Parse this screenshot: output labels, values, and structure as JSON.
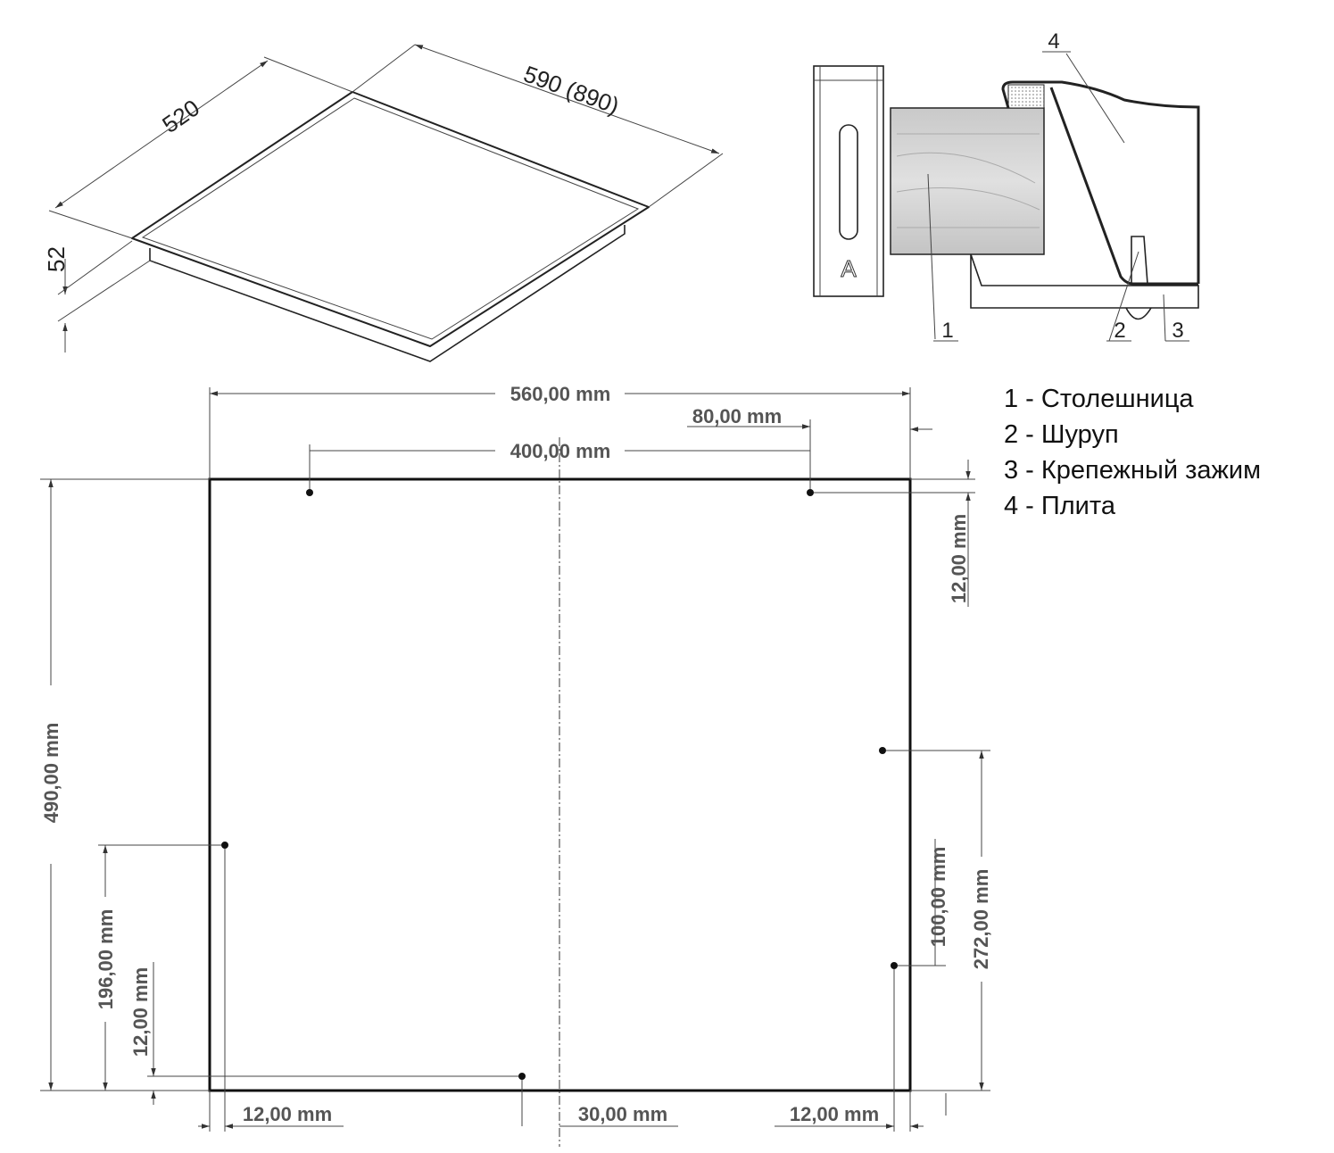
{
  "hob_view": {
    "depth_label": "520",
    "width_label": "590 (890)",
    "height_label": "52"
  },
  "section_view": {
    "clip_letter": "A",
    "callouts": [
      "1",
      "2",
      "3",
      "4"
    ]
  },
  "legend": [
    "1 - Столешница",
    "2 - Шуруп",
    "3 - Крепежный зажим",
    "4 - Плита"
  ],
  "cutout_dimensions": {
    "width": "560,00 mm",
    "hole_offset_top_right": "80,00 mm",
    "hole_spacing_top": "400,00 mm",
    "top_hole_inset": "12,00 mm",
    "height": "490,00 mm",
    "left_hole_height": "196,00 mm",
    "bottom_hole_inset": "12,00 mm",
    "right_hole_lower_height": "272,00 mm",
    "right_hole_spacing": "100,00 mm",
    "left_hole_inset": "12,00 mm",
    "bottom_hole_center_offset": "30,00 mm",
    "right_hole_inset": "12,00 mm"
  }
}
